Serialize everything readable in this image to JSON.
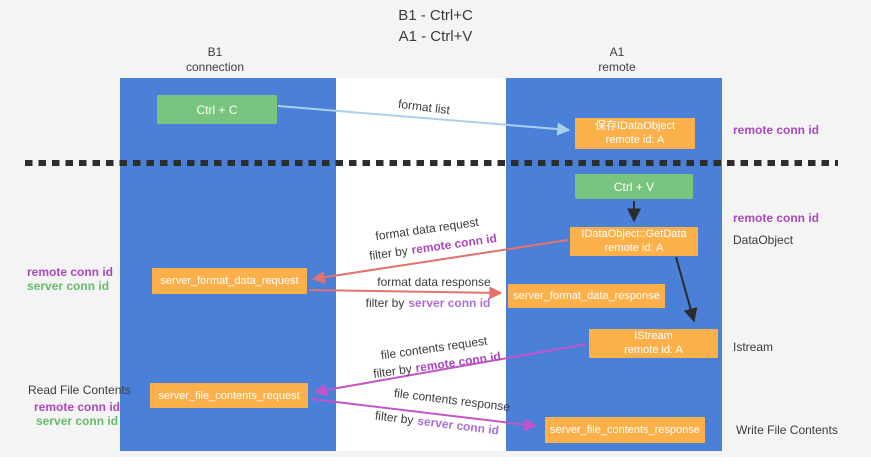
{
  "title": {
    "line1": "B1 - Ctrl+C",
    "line2": "A1 - Ctrl+V"
  },
  "columns": {
    "left": {
      "name": "B1",
      "subtitle": "connection"
    },
    "right": {
      "name": "A1",
      "subtitle": "remote"
    }
  },
  "nodes": {
    "ctrl_c": "Ctrl + C",
    "ctrl_v": "Ctrl + V",
    "save_idataobject": {
      "line1": "保存IDataObject",
      "line2": "remote id: A"
    },
    "getdata": {
      "line1": "IDataObject::GetData",
      "line2": "remote id: A"
    },
    "istream": {
      "line1": "IStream",
      "line2": "remote id: A"
    },
    "server_format_data_request": "server_format_data_request",
    "server_format_data_response": "server_format_data_response",
    "server_file_contents_request": "server_file_contents_request",
    "server_file_contents_response": "server_file_contents_response"
  },
  "arrow_labels": {
    "format_list": "format list",
    "format_data_request": "format data request",
    "format_data_response": "format data response",
    "file_contents_request": "file contents request",
    "file_contents_response": "file contents response",
    "filter_by": "filter by"
  },
  "side_labels": {
    "remote_conn_id": "remote conn id",
    "server_conn_id": "server conn id",
    "dataobject": "DataObject",
    "istream": "Istream",
    "read_file_contents": "Read File Contents",
    "write_file_contents": "Write File Contents"
  },
  "colors": {
    "column_blue": "#4a80d8",
    "box_green": "#79c47e",
    "box_orange": "#fbb04a",
    "arrow_red": "#e4716e",
    "arrow_magenta": "#c355c9",
    "arrow_light_blue": "#a9d1ed",
    "arrow_black": "#2b2b2b",
    "label_purple": "#ab47bc",
    "label_violet": "#a96fd5",
    "label_green": "#66bb6a",
    "background": "#f4f4f4"
  }
}
